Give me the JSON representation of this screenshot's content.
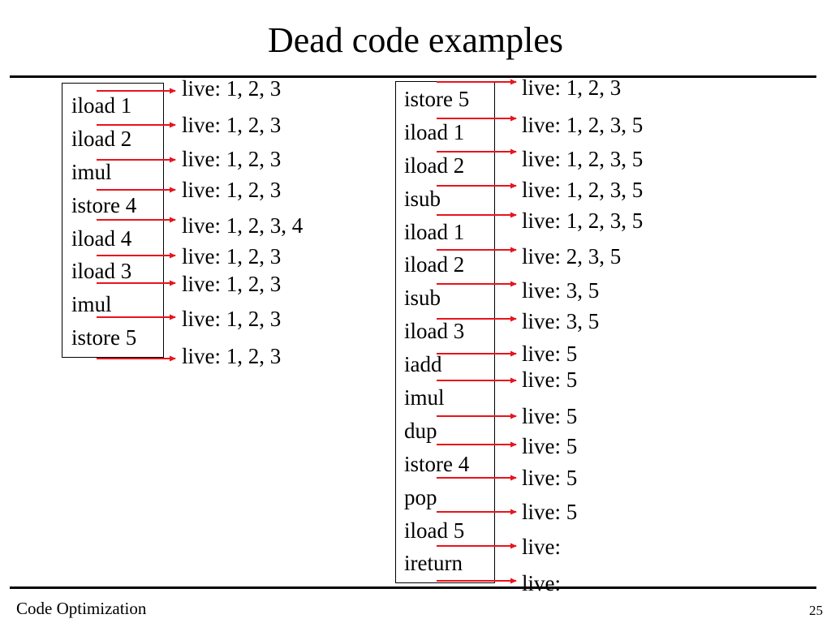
{
  "title": "Dead code examples",
  "footer": {
    "left": "Code Optimization",
    "page": "25"
  },
  "colors": {
    "arrow": "#e8141c",
    "text": "#000000"
  },
  "left_example": {
    "instructions": [
      "iload 1",
      "iload 2",
      "imul",
      "istore 4",
      "iload 4",
      "iload 3",
      "imul",
      "istore 5"
    ],
    "live": [
      "live: 1, 2, 3",
      "live: 1, 2, 3",
      "live: 1, 2, 3",
      "live: 1, 2, 3",
      "live: 1, 2, 3, 4",
      "live: 1, 2, 3",
      "live: 1, 2, 3",
      "live: 1, 2, 3",
      "live: 1, 2, 3"
    ]
  },
  "right_example": {
    "instructions": [
      "istore 5",
      "iload 1",
      "iload 2",
      "isub",
      "iload 1",
      "iload 2",
      "isub",
      "iload 3",
      "iadd",
      "imul",
      "dup",
      "istore 4",
      "pop",
      "iload 5",
      "ireturn"
    ],
    "live": [
      "live: 1, 2, 3",
      "live: 1, 2, 3, 5",
      "live: 1, 2, 3, 5",
      "live: 1, 2, 3, 5",
      "live: 1, 2, 3, 5",
      "live: 2, 3, 5",
      "live: 3, 5",
      "live: 3, 5",
      "live: 5",
      "live: 5",
      "live: 5",
      "live: 5",
      "live: 5",
      "live: 5",
      "live:",
      "live:"
    ]
  }
}
